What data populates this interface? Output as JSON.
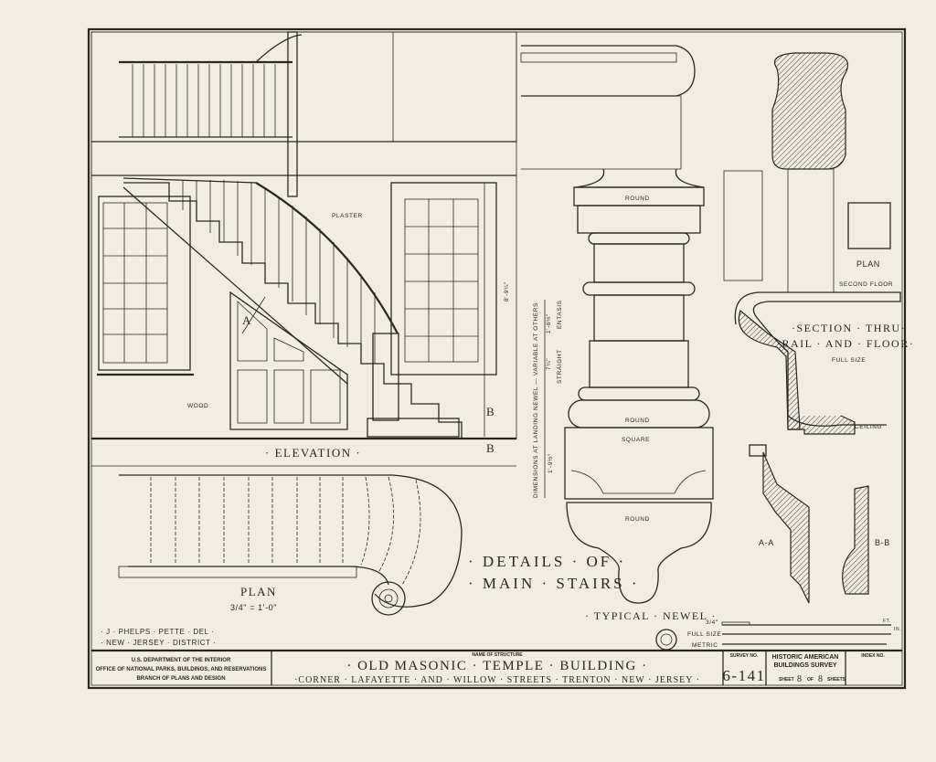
{
  "elevation": {
    "title": "· ELEVATION ·",
    "plaster_note": "PLASTER",
    "wood_note": "WOOD",
    "section_a": "A",
    "section_b_top": "B",
    "section_b_bottom": "B",
    "height_dim": "8'-9¼\""
  },
  "plan": {
    "title": "PLAN",
    "scale": "3/4\" = 1'-0\""
  },
  "details_title": {
    "line1": "· DETAILS · OF ·",
    "line2": "· MAIN · STAIRS ·"
  },
  "newel": {
    "title": "· TYPICAL · NEWEL ·",
    "labels": [
      "ROUND",
      "ROUND",
      "SQUARE",
      "ROUND"
    ],
    "dim_entasis": "1'-6½\"",
    "entasis": "ENTASIS",
    "dim_straight": "7¼\"",
    "straight": "STRAIGHT",
    "dim_base": "1'-9½\"",
    "dimension_note": "DIMENSIONS AT LANDING NEWEL — VARIABLE AT OTHERS"
  },
  "rail_section": {
    "plan_label": "PLAN",
    "second_floor": "SECOND FLOOR",
    "title_line1": "·SECTION · THRU·",
    "title_line2": "·RAIL · AND · FLOOR·",
    "full_size": "FULL SIZE",
    "ceiling": "CEILING",
    "aa": "A-A",
    "bb": "B-B"
  },
  "scales": {
    "three_quarter": "3/4\"",
    "full_size": "FULL SIZE",
    "metric": "METRIC",
    "ft": "FT.",
    "in": "IN."
  },
  "credits": {
    "delineator": "· J · PHELPS · PETTE · DEL ·",
    "district": "· NEW · JERSEY · DISTRICT ·"
  },
  "title_block": {
    "agency_line1": "U.S. DEPARTMENT OF THE INTERIOR",
    "agency_line2": "OFFICE OF NATIONAL PARKS, BUILDINGS, AND RESERVATIONS",
    "agency_line3": "BRANCH OF PLANS AND DESIGN",
    "name_label": "NAME OF STRUCTURE",
    "structure_name": "· OLD  MASONIC · TEMPLE · BUILDING ·",
    "location": "·CORNER · LAFAYETTE · AND · WILLOW · STREETS · TRENTON · NEW · JERSEY ·",
    "survey_label": "SURVEY NO.",
    "survey_no": "6-141",
    "habs_line1": "HISTORIC AMERICAN",
    "habs_line2": "BUILDINGS SURVEY",
    "sheet_label": "SHEET",
    "sheet_no": "8",
    "of_label": "OF",
    "sheet_total": "8",
    "sheets_label": "SHEETS",
    "index_label": "INDEX NO."
  }
}
